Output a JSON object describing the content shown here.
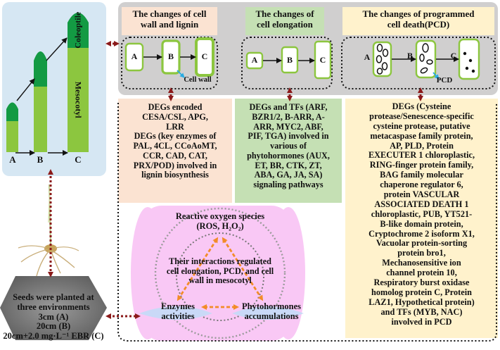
{
  "stages": {
    "a": "A",
    "b": "B",
    "c": "C"
  },
  "plant": {
    "coleoptile": "Coleoptile",
    "mesocotyl": "Mesocotyl"
  },
  "panels": {
    "cell_wall": {
      "title_line1": "The changes of cell",
      "title_line2": "wall and lignin",
      "annotation": "Cell wall"
    },
    "elongation": {
      "title_line1": "The changes of",
      "title_line2": "cell elongation"
    },
    "pcd": {
      "title_line1": "The changes of programmed",
      "title_line2": "cell death(PCD)",
      "annotation": "PCD"
    }
  },
  "degs_cell_wall": [
    "DEGs encoded",
    "CESA/CSL, APG,",
    "LRR",
    "DEGs (key enzymes of",
    "PAL, 4CL, CCoAoMT,",
    "CCR, CAD, CAT,",
    "PRX/POD) involved in",
    "lignin biosynthesis"
  ],
  "degs_elongation": [
    "DEGs and TFs (ARF,",
    "BZR1/2, B-ARR, A-",
    "ARR, MYC2, ABF,",
    "PIF, TGA) involved in",
    "various of",
    "phytohormones (AUX,",
    "ET, BR, CTK, ZT,",
    "ABA, GA, JA, SA)",
    "signaling pathways"
  ],
  "degs_pcd": [
    "DEGs (Cysteine",
    "protease/Senescence-specific",
    "cysteine protease, putative",
    "metacaspase family protein,",
    "AP, PLD, Protein",
    "EXECUTER 1 chloroplastic,",
    "RING-finger protein family,",
    "BAG family molecular",
    "chaperone regulator 6,",
    "protein VASCULAR",
    "ASSOCIATED DEATH 1",
    "chloroplastic, PUB, YT521-",
    "B-like domain protein,",
    "Cryptochrome 2 isoform X1,",
    "Vacuolar protein-sorting",
    "protein bro1,",
    "Mechanosensitive ion",
    "channel protein 10,",
    "Respiratory burst oxidase",
    "homolog protein C, Protein",
    "LAZ1, Hypothetical protein)",
    "and TFs (MYB, NAC)",
    "involved in PCD"
  ],
  "interaction": {
    "ros_line1": "Reactive oxygen species",
    "ros_line2": "(ROS, H₂O₂)",
    "center": [
      "Their interactions regulated",
      "cell elongation, PCD, and cell",
      "wall in mesocotyl"
    ],
    "enzymes_line1": "Enzymes",
    "enzymes_line2": "activities",
    "phyto_line1": "Phytohormones",
    "phyto_line2": "accumulations"
  },
  "seeds": {
    "line1": "Seeds were planted at",
    "line2": "three environments",
    "line3": "3cm (A)",
    "line4": "20cm (B)",
    "line5": "20cm+2.0 mg·L⁻¹ EBR (C)"
  },
  "colors": {
    "green": "#8cc63f",
    "dark_green": "#139a43",
    "maroon_arrow": "#8b1a1a",
    "orange_arrow": "#f28c28",
    "blue_arrow": "#29abe2",
    "grey_panel": "#d0cfcf",
    "peach": "#fbe3d2",
    "light_green": "#c5e0b4",
    "light_yellow": "#fff2cc",
    "magenta": "#f9c8f5",
    "light_blue": "#d6e7f3"
  }
}
